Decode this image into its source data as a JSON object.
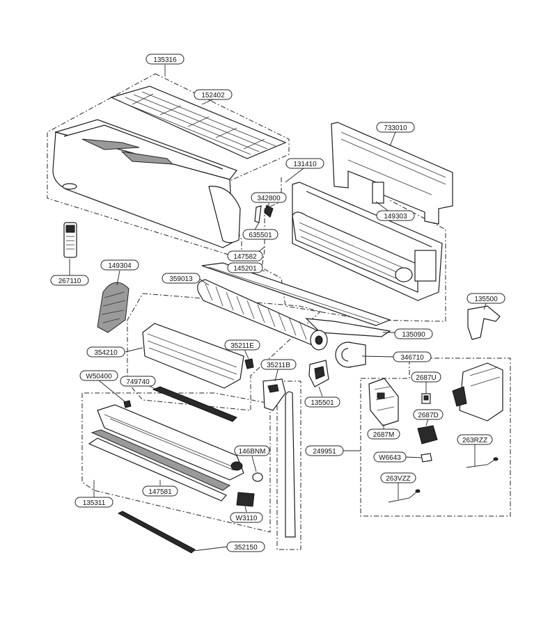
{
  "callouts": [
    {
      "id": "135316",
      "label": "135316"
    },
    {
      "id": "152402",
      "label": "152402"
    },
    {
      "id": "733010",
      "label": "733010"
    },
    {
      "id": "131410",
      "label": "131410"
    },
    {
      "id": "342800",
      "label": "342800"
    },
    {
      "id": "149303",
      "label": "149303"
    },
    {
      "id": "635501",
      "label": "635501"
    },
    {
      "id": "147582",
      "label": "147582"
    },
    {
      "id": "267110",
      "label": "267110"
    },
    {
      "id": "149304",
      "label": "149304"
    },
    {
      "id": "145201",
      "label": "145201"
    },
    {
      "id": "359013",
      "label": "359013"
    },
    {
      "id": "135500",
      "label": "135500"
    },
    {
      "id": "135090",
      "label": "135090"
    },
    {
      "id": "354210",
      "label": "354210"
    },
    {
      "id": "35211E",
      "label": "35211E"
    },
    {
      "id": "346710",
      "label": "346710"
    },
    {
      "id": "35211B",
      "label": "35211B"
    },
    {
      "id": "W50400",
      "label": "W50400"
    },
    {
      "id": "749740",
      "label": "749740"
    },
    {
      "id": "135501",
      "label": "135501"
    },
    {
      "id": "2687U",
      "label": "2687U"
    },
    {
      "id": "2687M",
      "label": "2687M"
    },
    {
      "id": "2687D",
      "label": "2687D"
    },
    {
      "id": "249951",
      "label": "249951"
    },
    {
      "id": "146BNM",
      "label": "146BNM"
    },
    {
      "id": "W6643",
      "label": "W6643"
    },
    {
      "id": "263RZZ",
      "label": "263RZZ"
    },
    {
      "id": "263VZZ",
      "label": "263VZZ"
    },
    {
      "id": "147581",
      "label": "147581"
    },
    {
      "id": "135311",
      "label": "135311"
    },
    {
      "id": "W3110",
      "label": "W3110"
    },
    {
      "id": "352150",
      "label": "352150"
    }
  ]
}
